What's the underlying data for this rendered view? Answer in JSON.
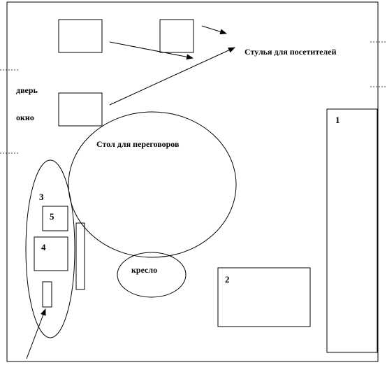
{
  "labels": {
    "door": "дверь",
    "window": "окно",
    "visitor_chairs": "Стулья для посетителей",
    "meeting_table": "Стол для переговоров",
    "armchair": "кресло",
    "item_1": "1",
    "item_2": "2",
    "item_3": "3",
    "item_4": "4",
    "item_5": "5"
  },
  "colors": {
    "stroke": "#000000",
    "background": "#ffffff"
  }
}
